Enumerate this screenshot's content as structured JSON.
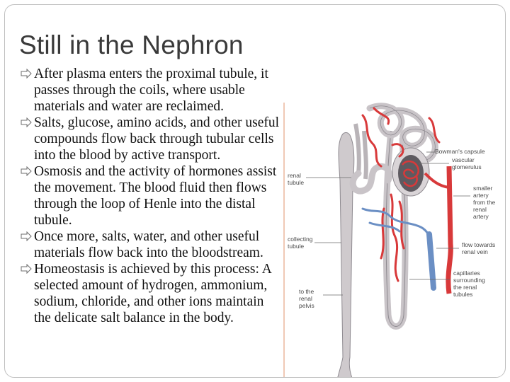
{
  "slide": {
    "title": "Still in the Nephron",
    "bullet_icon": "right-arrow-bullet-icon",
    "bullets": [
      "After plasma enters the proximal tubule, it passes through the coils, where usable materials and water are reclaimed.",
      "Salts, glucose, amino acids, and other useful compounds flow back through tubular cells into the blood by active transport.",
      "Osmosis and the activity of hormones assist the movement. The blood fluid then flows through the loop of Henle into the distal tubule.",
      "Once more, salts, water, and other useful materials flow back into the bloodstream.",
      "Homeostasis is achieved by this process: A selected amount of hydrogen, ammonium, sodium, chloride, and other ions maintain the delicate salt balance in the body."
    ]
  },
  "figure": {
    "labels": {
      "bowmans_capsule": "Bowman's capsule",
      "vascular_1": "vascular",
      "vascular_2": "glomerulus",
      "renal_tubule_1": "renal",
      "renal_tubule_2": "tubule",
      "smaller_1": "smaller",
      "smaller_2": "artery",
      "smaller_3": "from the",
      "smaller_4": "renal",
      "smaller_5": "artery",
      "collecting_1": "collecting",
      "collecting_2": "tubule",
      "flow_1": "flow towards",
      "flow_2": "renal vein",
      "capillaries_1": "capillaries",
      "capillaries_2": "surrounding",
      "capillaries_3": "the renal",
      "capillaries_4": "tubules",
      "pelvis_1": "to the",
      "pelvis_2": "renal",
      "pelvis_3": "pelvis"
    },
    "colors": {
      "artery": "#d8393a",
      "vein": "#6b8fc4",
      "tubule": "#c9c4c8",
      "tubule_outline": "#8e8a90",
      "glomerulus": "#5e5a60"
    }
  }
}
